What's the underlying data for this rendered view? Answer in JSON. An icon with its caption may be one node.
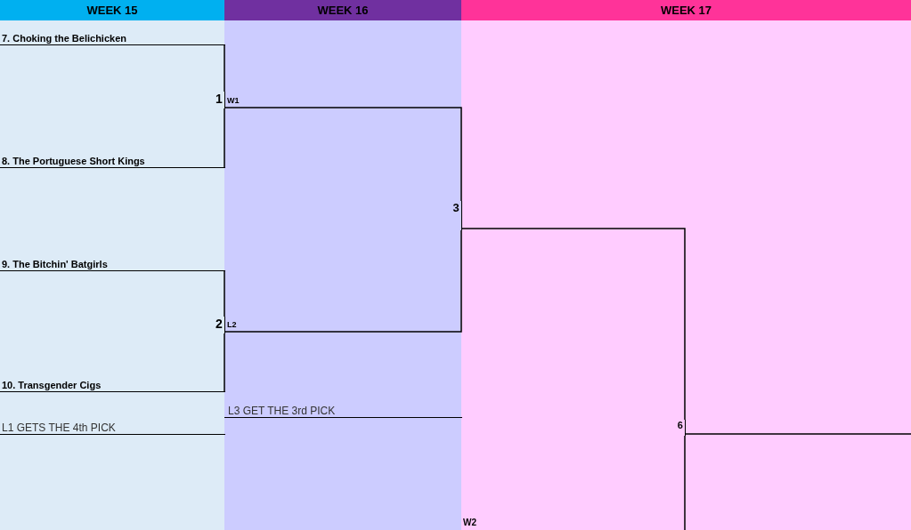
{
  "diagram": {
    "nodes": [
      {
        "text": [
          "WEEK 15"
        ]
      },
      {
        "text": [
          "WEEK 16"
        ]
      },
      {
        "text": [
          "WEEK 17"
        ]
      },
      {
        "text": [
          "7. Choking the Belichicken"
        ],
        "in": 0
      },
      {
        "text": [
          "1"
        ],
        "in": 0
      },
      {
        "text": [
          "8. The Portuguese Short Kings"
        ],
        "in": 0
      },
      {
        "text": [
          "9. The Bitchin' Batgirls"
        ],
        "in": 0
      },
      {
        "text": [
          "2"
        ],
        "in": 0
      },
      {
        "text": [
          "10. Transgender Cigs"
        ],
        "in": 0
      },
      {
        "text": [
          "L1 GETS THE 4th PICK"
        ],
        "in": 0
      },
      {
        "text": [
          "3"
        ],
        "in": 1
      },
      {
        "text": [
          "L3 GET THE 3rd PICK"
        ],
        "in": 1
      },
      {
        "text": [
          "6"
        ],
        "in": 2
      }
    ],
    "edges": [
      {
        "from": 3,
        "to": 4,
        "arrow": "none"
      },
      {
        "from": 5,
        "to": 4,
        "arrow": "none"
      },
      {
        "from": 6,
        "to": 7,
        "arrow": "none"
      },
      {
        "from": 8,
        "to": 7,
        "arrow": "none"
      },
      {
        "from": 4,
        "to": 10,
        "arrow": "none",
        "label": "W1"
      },
      {
        "from": 7,
        "to": 10,
        "arrow": "none",
        "label": "L2"
      },
      {
        "from": 10,
        "to": 12,
        "arrow": "none"
      },
      {
        "from": 12,
        "to": null,
        "arrow": "none"
      },
      {
        "from": null,
        "to": 12,
        "arrow": "none"
      }
    ],
    "labels": [
      "W2"
    ]
  }
}
